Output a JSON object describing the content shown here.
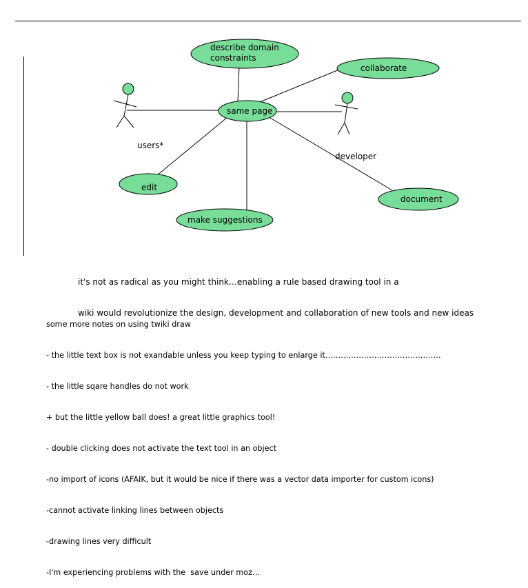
{
  "diagram": {
    "use_cases": {
      "describe": [
        "describe domain",
        "constraints"
      ],
      "collaborate": "collaborate",
      "same_page": "same page",
      "edit": "edit",
      "suggestions": "make suggestions",
      "document": "document"
    },
    "actors": {
      "users": "users*",
      "developer": "developer"
    },
    "colors": {
      "node_fill": "#77dd99",
      "node_stroke": "#000000"
    }
  },
  "summary": [
    "it's not as radical as you might think…enabling a rule based drawing tool in a",
    "wiki would revolutionize the design, development and collaboration of new tools and new ideas"
  ],
  "notes": [
    "some more notes on using twiki draw",
    "- the little text box is not exandable unless you keep typing to enlarge it………………………………………",
    "- the little sqare handles do not work",
    "+ but the little yellow ball does! a great little graphics tool!",
    "- double clicking does not activate the text tool in an object",
    "-no import of icons (AFAIK, but it would be nice if there was a vector data importer for custom icons)",
    "-cannot activate linking lines between objects",
    "-drawing lines very difficult",
    "-I'm experiencing problems with the  save under moz…"
  ]
}
